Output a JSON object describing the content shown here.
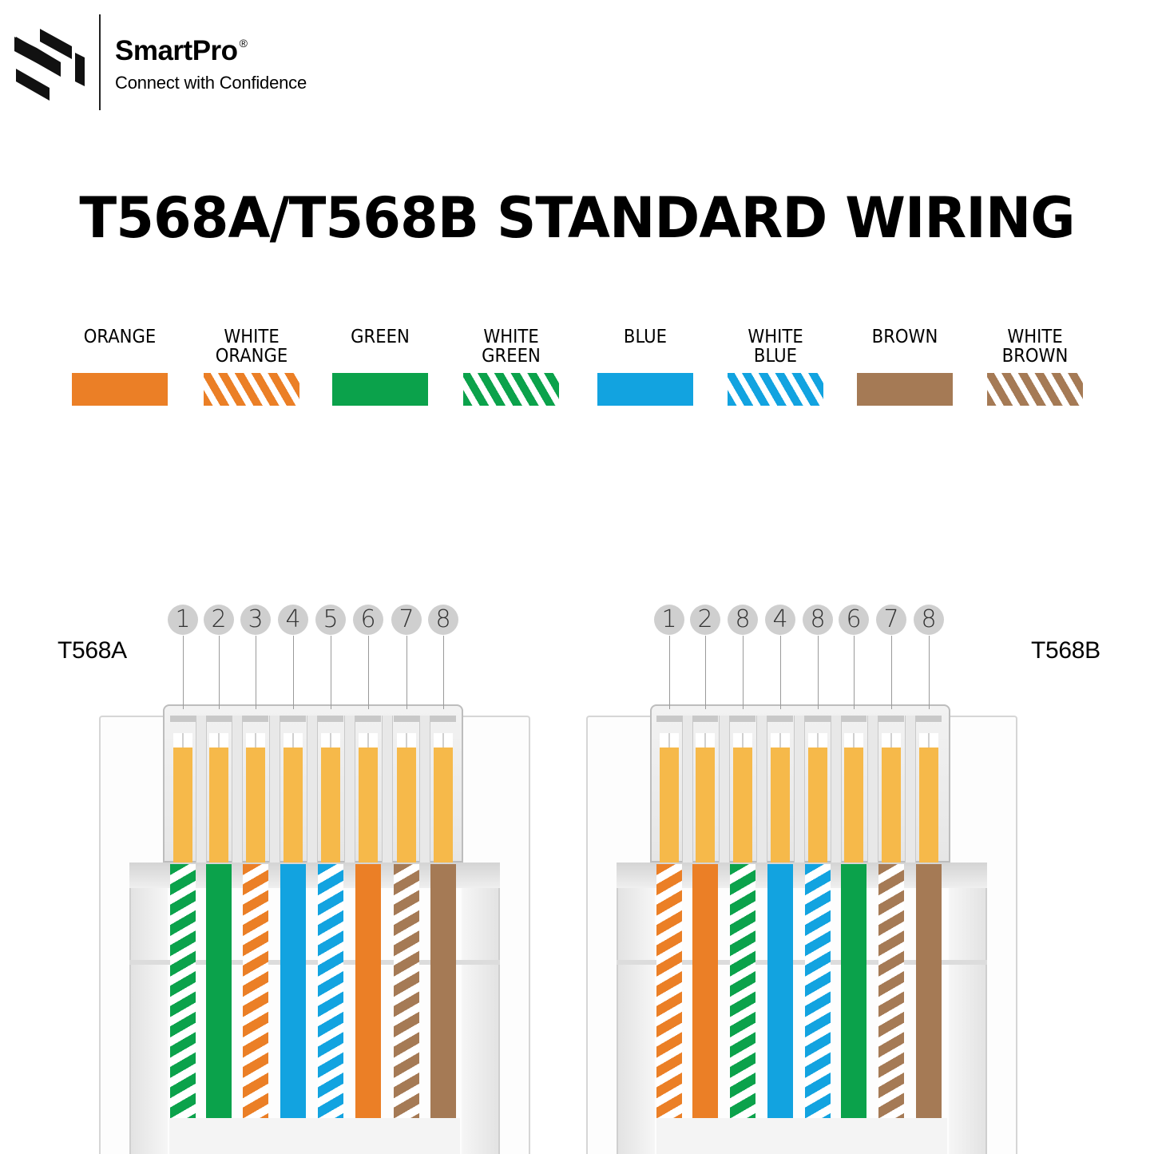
{
  "brand": {
    "name": "SmartPro",
    "registered_mark": "®",
    "tagline": "Connect with Confidence"
  },
  "title": "T568A/T568B STANDARD WIRING",
  "colors": {
    "orange": "#EB7F26",
    "green": "#0BA24B",
    "blue": "#12A3E0",
    "brown": "#A57A55",
    "gold_contact": "#F6B94A",
    "pin_badge": "#CFCFCF"
  },
  "legend": [
    {
      "line1": "ORANGE",
      "line2": "",
      "color": "#EB7F26",
      "pattern": "solid"
    },
    {
      "line1": "WHITE",
      "line2": "ORANGE",
      "color": "#EB7F26",
      "pattern": "striped"
    },
    {
      "line1": "GREEN",
      "line2": "",
      "color": "#0BA24B",
      "pattern": "solid"
    },
    {
      "line1": "WHITE",
      "line2": "GREEN",
      "color": "#0BA24B",
      "pattern": "striped"
    },
    {
      "line1": "BLUE",
      "line2": "",
      "color": "#12A3E0",
      "pattern": "solid"
    },
    {
      "line1": "WHITE",
      "line2": "BLUE",
      "color": "#12A3E0",
      "pattern": "striped"
    },
    {
      "line1": "BROWN",
      "line2": "",
      "color": "#A57A55",
      "pattern": "solid"
    },
    {
      "line1": "WHITE",
      "line2": "BROWN",
      "color": "#A57A55",
      "pattern": "striped"
    }
  ],
  "connectors": [
    {
      "label": "T568A",
      "pin_numbers": [
        "1",
        "2",
        "3",
        "4",
        "5",
        "6",
        "7",
        "8"
      ],
      "wires": [
        {
          "name": "WHITE GREEN",
          "color": "#0BA24B",
          "pattern": "striped"
        },
        {
          "name": "GREEN",
          "color": "#0BA24B",
          "pattern": "solid"
        },
        {
          "name": "WHITE ORANGE",
          "color": "#EB7F26",
          "pattern": "striped"
        },
        {
          "name": "BLUE",
          "color": "#12A3E0",
          "pattern": "solid"
        },
        {
          "name": "WHITE BLUE",
          "color": "#12A3E0",
          "pattern": "striped"
        },
        {
          "name": "ORANGE",
          "color": "#EB7F26",
          "pattern": "solid"
        },
        {
          "name": "WHITE BROWN",
          "color": "#A57A55",
          "pattern": "striped"
        },
        {
          "name": "BROWN",
          "color": "#A57A55",
          "pattern": "solid"
        }
      ]
    },
    {
      "label": "T568B",
      "pin_numbers": [
        "1",
        "2",
        "8",
        "4",
        "8",
        "6",
        "7",
        "8"
      ],
      "wires": [
        {
          "name": "WHITE ORANGE",
          "color": "#EB7F26",
          "pattern": "striped"
        },
        {
          "name": "ORANGE",
          "color": "#EB7F26",
          "pattern": "solid"
        },
        {
          "name": "WHITE GREEN",
          "color": "#0BA24B",
          "pattern": "striped"
        },
        {
          "name": "BLUE",
          "color": "#12A3E0",
          "pattern": "solid"
        },
        {
          "name": "WHITE BLUE",
          "color": "#12A3E0",
          "pattern": "striped"
        },
        {
          "name": "GREEN",
          "color": "#0BA24B",
          "pattern": "solid"
        },
        {
          "name": "WHITE BROWN",
          "color": "#A57A55",
          "pattern": "striped"
        },
        {
          "name": "BROWN",
          "color": "#A57A55",
          "pattern": "solid"
        }
      ]
    }
  ]
}
